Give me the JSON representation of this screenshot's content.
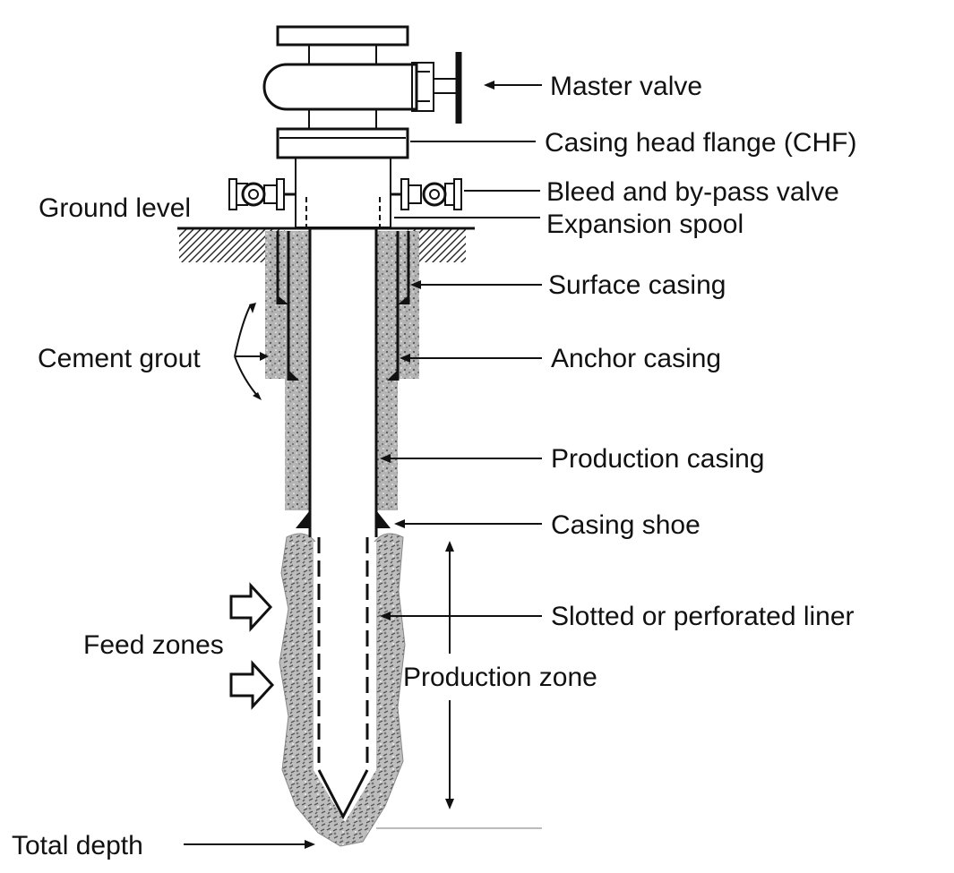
{
  "labels": {
    "master_valve": "Master valve",
    "casing_head_flange": "Casing head flange (CHF)",
    "bleed_bypass_valve": "Bleed and by-pass valve",
    "ground_level": "Ground level",
    "expansion_spool": "Expansion spool",
    "surface_casing": "Surface casing",
    "cement_grout": "Cement grout",
    "anchor_casing": "Anchor casing",
    "production_casing": "Production casing",
    "casing_shoe": "Casing shoe",
    "slotted_liner": "Slotted or perforated liner",
    "feed_zones": "Feed zones",
    "production_zone": "Production zone",
    "total_depth": "Total depth"
  },
  "colors": {
    "line": "#111111",
    "cement": "#9a9a9a",
    "rock": "#a8a8a8",
    "background": "#ffffff"
  },
  "icons": {
    "valve": "gate-valve-icon",
    "feed_arrow": "hollow-arrow-right-icon"
  }
}
